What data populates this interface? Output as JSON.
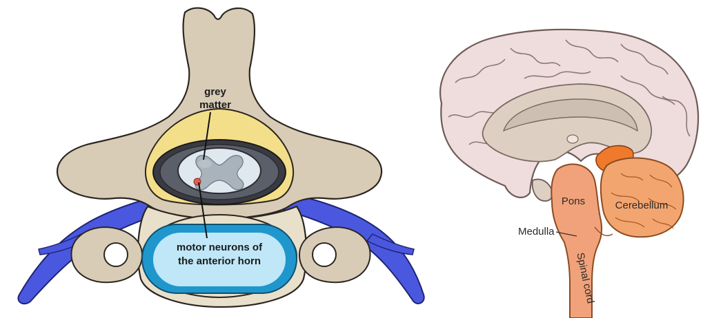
{
  "spine": {
    "labels": {
      "grey_matter_line1": "grey",
      "grey_matter_line2": "matter",
      "motor_line1": "motor neurons of",
      "motor_line2": "the anterior horn"
    },
    "colors": {
      "bone": "#d8ccb6",
      "bone_outline": "#2b2520",
      "fat": "#f3df8a",
      "nerve": "#4a58e0",
      "disc_inner": "#1f97cc",
      "disc_outer": "#e9e0cb",
      "canal_dark": "#3a3a42",
      "cord_white": "#dfe8ef",
      "cord_grey": "#a9b3bc",
      "neuron_dot": "#e65a4f"
    }
  },
  "brain": {
    "labels": {
      "pons": "Pons",
      "cerebellum": "Cerebellum",
      "medulla": "Medulla",
      "spinal_cord": "Spinal cord"
    },
    "colors": {
      "cortex": "#efdcdd",
      "cortex_outline": "#6d5a56",
      "inner": "#ddd0c3",
      "brainstem": "#f2a27a",
      "cerebellum": "#f3a56f",
      "midbrain": "#ef7a2c"
    }
  }
}
